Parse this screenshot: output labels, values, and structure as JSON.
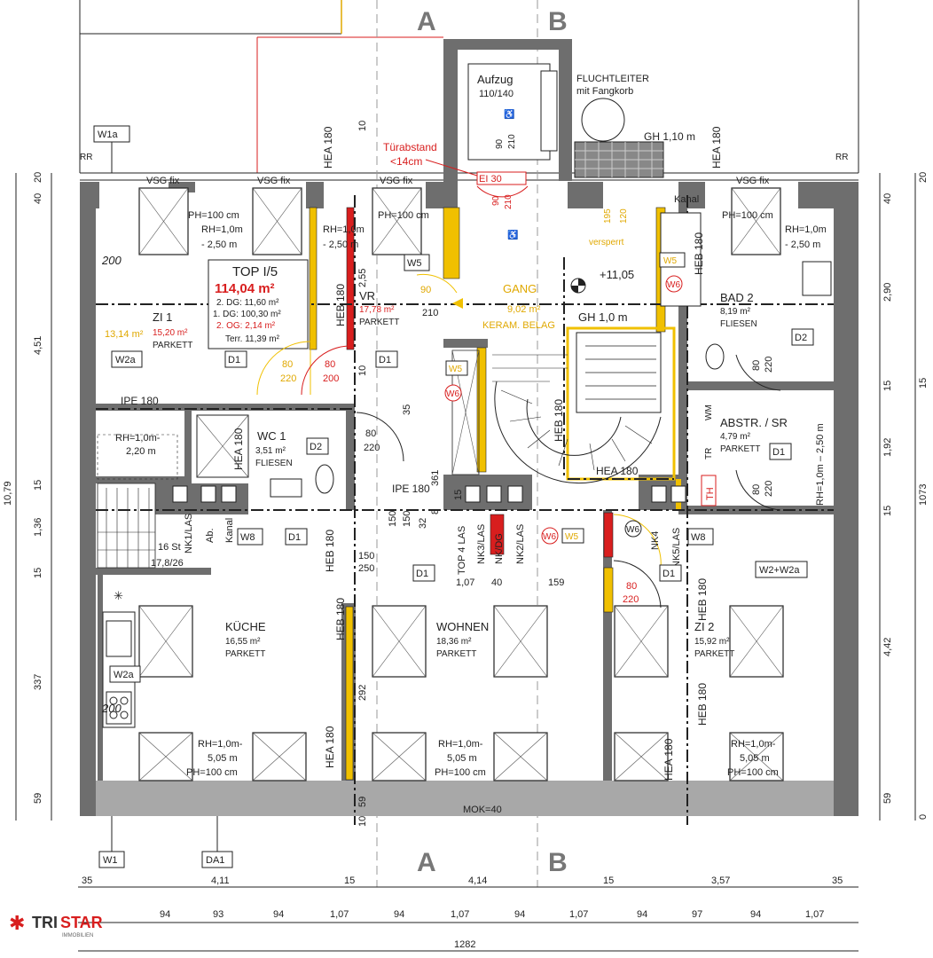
{
  "sections": {
    "a": "A",
    "b": "B"
  },
  "apartment": {
    "name": "TOP I/5",
    "area_total": "114,04 m²",
    "lines": [
      "2. DG: 11,60 m²",
      "1. DG: 100,30 m²",
      "2. OG: 2,14 m²",
      "Terr. 11,39 m²"
    ]
  },
  "rooms": {
    "zi1": {
      "name": "ZI 1",
      "area_alt": "13,14 m²",
      "area": "15,20 m²",
      "floor": "PARKETT"
    },
    "vr": {
      "name": "VR",
      "area": "17,78 m²",
      "floor": "PARKETT"
    },
    "gang": {
      "name": "GANG",
      "area": "9,02 m²",
      "floor": "KERAM. BELAG"
    },
    "bad2": {
      "name": "BAD 2",
      "area": "8,19 m²",
      "floor": "FLIESEN"
    },
    "wc1": {
      "name": "WC 1",
      "area": "3,51 m²",
      "floor": "FLIESEN"
    },
    "abstr": {
      "name": "ABSTR.  / SR",
      "area": "4,79 m²",
      "floor": "PARKETT"
    },
    "kueche": {
      "name": "KÜCHE",
      "area": "16,55 m²",
      "floor": "PARKETT"
    },
    "wohnen": {
      "name": "WOHNEN",
      "area": "18,36 m²",
      "floor": "PARKETT"
    },
    "zi2": {
      "name": "ZI 2",
      "area": "15,92 m²",
      "floor": "PARKETT"
    }
  },
  "labels": {
    "aufzug": "Aufzug",
    "aufzug_size": "110/140",
    "fluchtleiter_1": "FLUCHTLEITER",
    "fluchtleiter_2": "mit Fangkorb",
    "tuerabstand_1": "Türabstand",
    "tuerabstand_2": "<14cm",
    "ei30": "EI 30",
    "gh110": "GH 1,10 m",
    "gh10": "GH 1,0 m",
    "kote": "+11,05",
    "kanal": "Kanal",
    "rr": "RR",
    "vsg": "VSG fix",
    "ph100": "PH=100 cm",
    "rh_a": "RH=1,0m",
    "rh_b": "- 2,50 m",
    "rh_c": "RH=1,0m-",
    "rh_d": "2,20 m",
    "rh_e": "5,05 m",
    "rh_abstr": "RH=1,0m – 2,50 m",
    "mok": "MOK=40",
    "nk1": "NK1/LAS",
    "ab": "Ab.",
    "kanal2": "Kanal",
    "stairs": "16 St",
    "stairs2": "17,8/26",
    "top4": "TOP 4 LAS",
    "nk3": "NK3/LAS",
    "nkdg": "NK/DG",
    "nk2": "NK2/LAS",
    "nk4": "NK4",
    "nk5": "NK5/LAS",
    "th": "TH",
    "tr": "TR",
    "wm": "WM",
    "verspert": "versperrt",
    "tuer_80": "80",
    "tuer_220": "220",
    "tuer_200": "200",
    "tuer_90": "90",
    "tuer_210": "210",
    "tuer_195": "195",
    "tuer_120": "120",
    "rh200": "200"
  },
  "beams": {
    "hea180": "HEA 180",
    "heb180": "HEB 180",
    "ipe180": "IPE 180"
  },
  "tags": {
    "w1a": "W1a",
    "w2a": "W2a",
    "w5": "W5",
    "w6": "W6",
    "w8": "W8",
    "d1": "D1",
    "d2": "D2",
    "w1": "W1",
    "da1": "DA1",
    "w2w2a": "W2+W2a"
  },
  "dims": {
    "left": [
      "20",
      "40",
      "4,51",
      "15",
      "1,36",
      "15",
      "337",
      "59",
      "10,79"
    ],
    "right": [
      "20",
      "40",
      "2,90",
      "15",
      "1,92",
      "15",
      "4,42",
      "59",
      "1073",
      "0"
    ],
    "bottom1": [
      "35",
      "4,11",
      "15",
      "4,14",
      "15",
      "3,57",
      "35"
    ],
    "bottom2": [
      "94",
      "93",
      "94",
      "1,07",
      "94",
      "1,07",
      "94",
      "1,07",
      "94",
      "97",
      "94",
      "1,07"
    ],
    "total": "1282",
    "misc": [
      "35",
      "10",
      "2,55",
      "10",
      "150",
      "32",
      "250",
      "150",
      "250",
      "292",
      "59",
      "10",
      "1,07",
      "40",
      "159",
      "8",
      "361",
      "15"
    ]
  },
  "logo": {
    "brand_tri": "TRI",
    "brand_star": "STAR",
    "sub": "IMMOBILIEN"
  },
  "colors": {
    "accent_red": "#d81e1e",
    "accent_yellow": "#f0c000",
    "wall": "#6e6e6e"
  }
}
